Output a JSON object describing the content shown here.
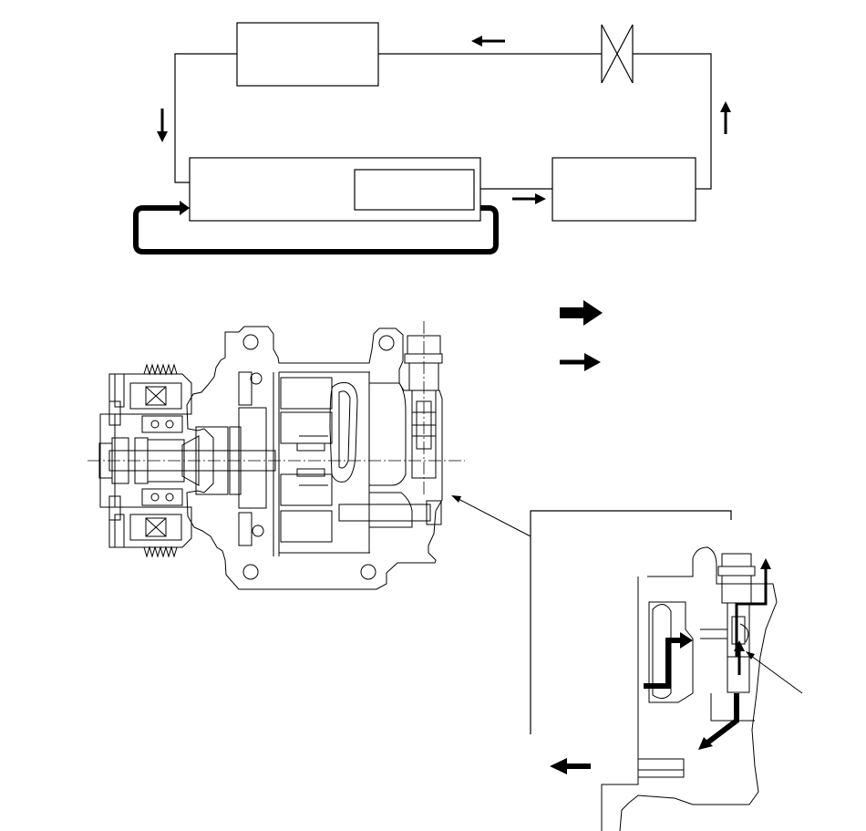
{
  "diagram": {
    "kind": "refrigerant-cycle-and-compressor-section",
    "components": [
      {
        "id": "box-top",
        "label": ""
      },
      {
        "id": "box-main",
        "label": ""
      },
      {
        "id": "box-main-inner",
        "label": ""
      },
      {
        "id": "box-right",
        "label": ""
      },
      {
        "id": "expansion-valve",
        "label": ""
      }
    ],
    "legend": [
      {
        "id": "thick-arrow",
        "label": ""
      },
      {
        "id": "thin-arrow",
        "label": ""
      }
    ],
    "callouts": [
      {
        "id": "detail-view-pointer",
        "label": ""
      },
      {
        "id": "valve-pointer",
        "label": ""
      }
    ],
    "colors": {
      "line": "#000000",
      "background": "#ffffff"
    }
  }
}
